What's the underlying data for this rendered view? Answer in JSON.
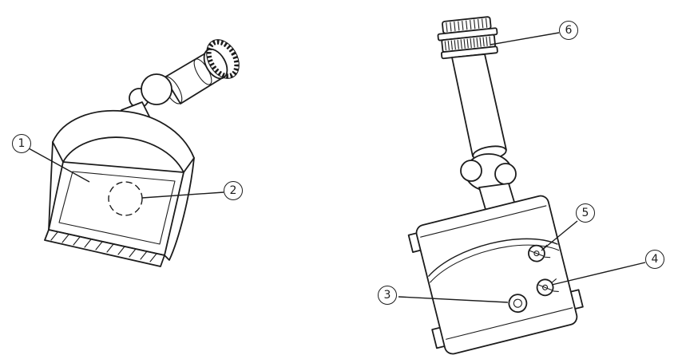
{
  "colors": {
    "line": "#1c1c1c",
    "background": "#ffffff"
  },
  "callouts": [
    {
      "label": "1"
    },
    {
      "label": "2"
    },
    {
      "label": "3"
    },
    {
      "label": "4"
    },
    {
      "label": "5"
    },
    {
      "label": "6"
    }
  ]
}
